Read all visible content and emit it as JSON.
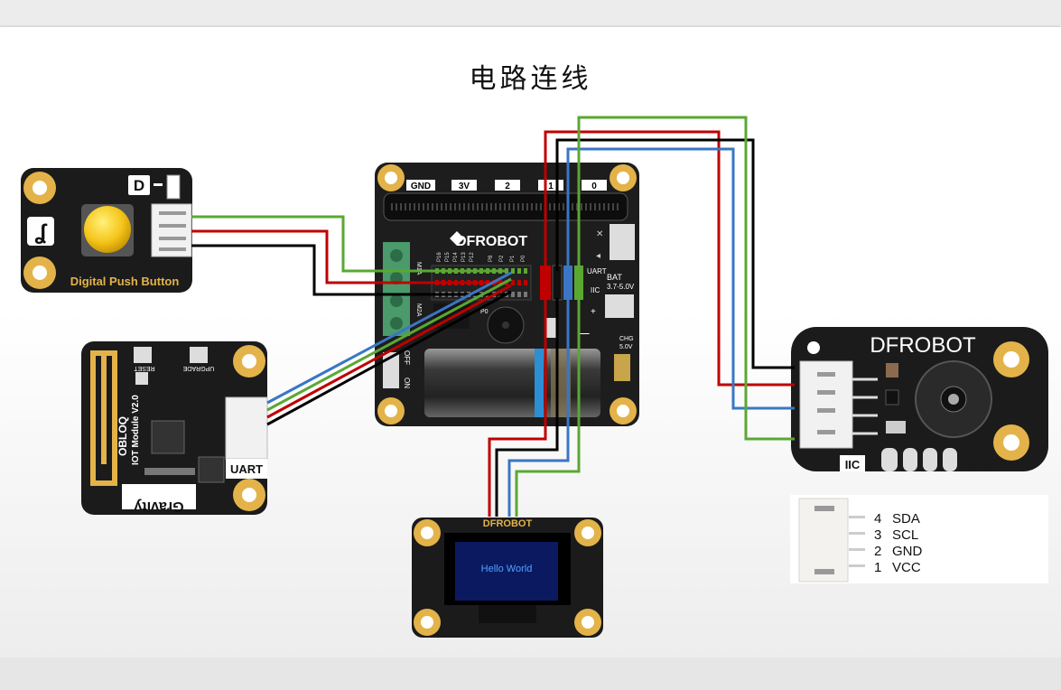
{
  "title": "电路连线",
  "button_module": {
    "label": "Digital Push Button",
    "tag": "D"
  },
  "obloq_module": {
    "brand": "OBLOQ",
    "name": "IOT Module V2.0",
    "btn_reset": "RESET",
    "btn_upgrade": "UPGRADE",
    "port": "UART",
    "logo": "Gravity"
  },
  "main_board": {
    "brand": "DFROBOT",
    "top_pins": [
      "GND",
      "3V",
      "2",
      "1",
      "0"
    ],
    "pin_row": [
      "P16",
      "P15",
      "P14",
      "P13",
      "P12",
      "P8",
      "P2",
      "P1",
      "P0"
    ],
    "labels": {
      "uart": "UART",
      "iic": "IIC",
      "bat": "BAT",
      "bat_range": "3.7-5.0V",
      "chg": "CHG",
      "chg_v": "5.0V",
      "off": "OFF",
      "on": "ON",
      "m1a": "M1A",
      "m2a": "M2A",
      "p0": "P0"
    }
  },
  "oled_module": {
    "brand": "DFROBOT",
    "screen_text": "Hello World"
  },
  "buzzer_module": {
    "brand": "DFROBOT",
    "port": "IIC"
  },
  "iic_pinout": [
    {
      "num": "4",
      "name": "SDA"
    },
    {
      "num": "3",
      "name": "SCL"
    },
    {
      "num": "2",
      "name": "GND"
    },
    {
      "num": "1",
      "name": "VCC"
    }
  ],
  "colors": {
    "red": "#c00000",
    "black": "#000000",
    "green": "#5aa832",
    "blue": "#3a76c4",
    "board": "#1d1d1d",
    "pad": "#e3b34a"
  }
}
